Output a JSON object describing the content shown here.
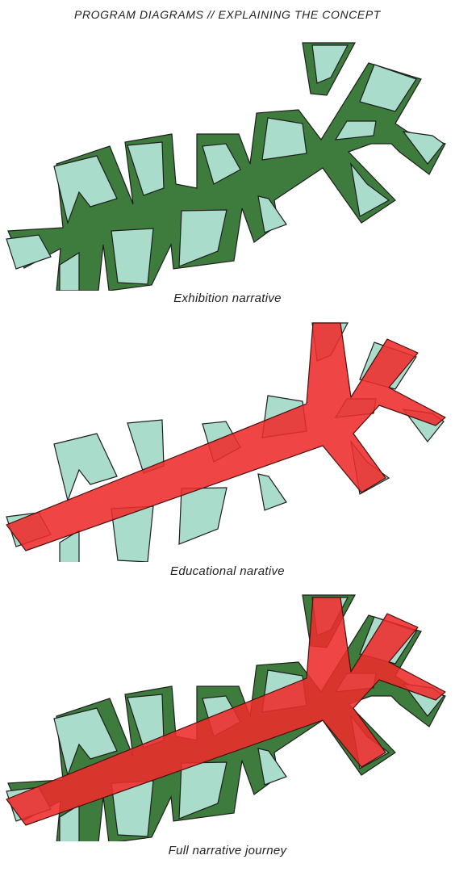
{
  "header": {
    "title": "PROGRAM DIAGRAMS //  EXPLAINING THE CONCEPT"
  },
  "panels": [
    {
      "caption": "Exhibition narrative",
      "layers": [
        "exhibition"
      ]
    },
    {
      "caption": "Educational narative",
      "layers": [
        "education"
      ]
    },
    {
      "caption": "Full narrative journey",
      "layers": [
        "exhibition",
        "education"
      ]
    }
  ],
  "colors": {
    "exhibition_path": "#3d7c3c",
    "room_fill": "#a9dccb",
    "education_path": "#ee2b2b",
    "outline": "#1e1e1e"
  }
}
